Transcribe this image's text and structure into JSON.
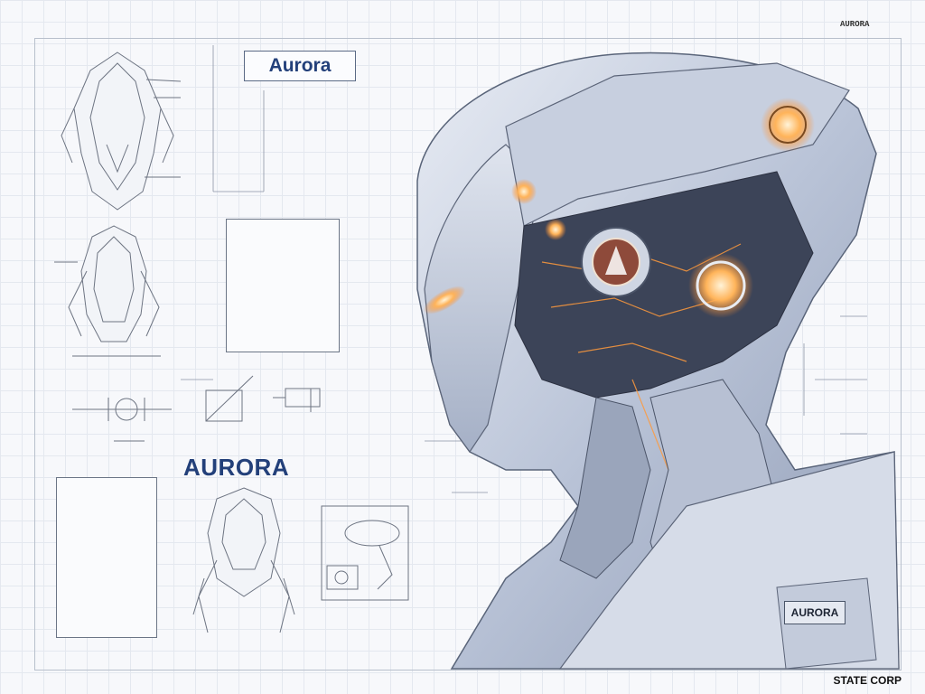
{
  "header": {
    "title": "Aurora",
    "top_right_code": "AURORA"
  },
  "main": {
    "title_large": "AURORA"
  },
  "notes": {
    "top_block": "",
    "materials_block": "",
    "bottom_block": ""
  },
  "labels": {
    "headplate_badge": "AURORA",
    "company_stamp": "STATE CORP"
  },
  "colors": {
    "ink": "#23407a",
    "armor": "#b8c2d6",
    "glow": "#ff9a3c"
  }
}
